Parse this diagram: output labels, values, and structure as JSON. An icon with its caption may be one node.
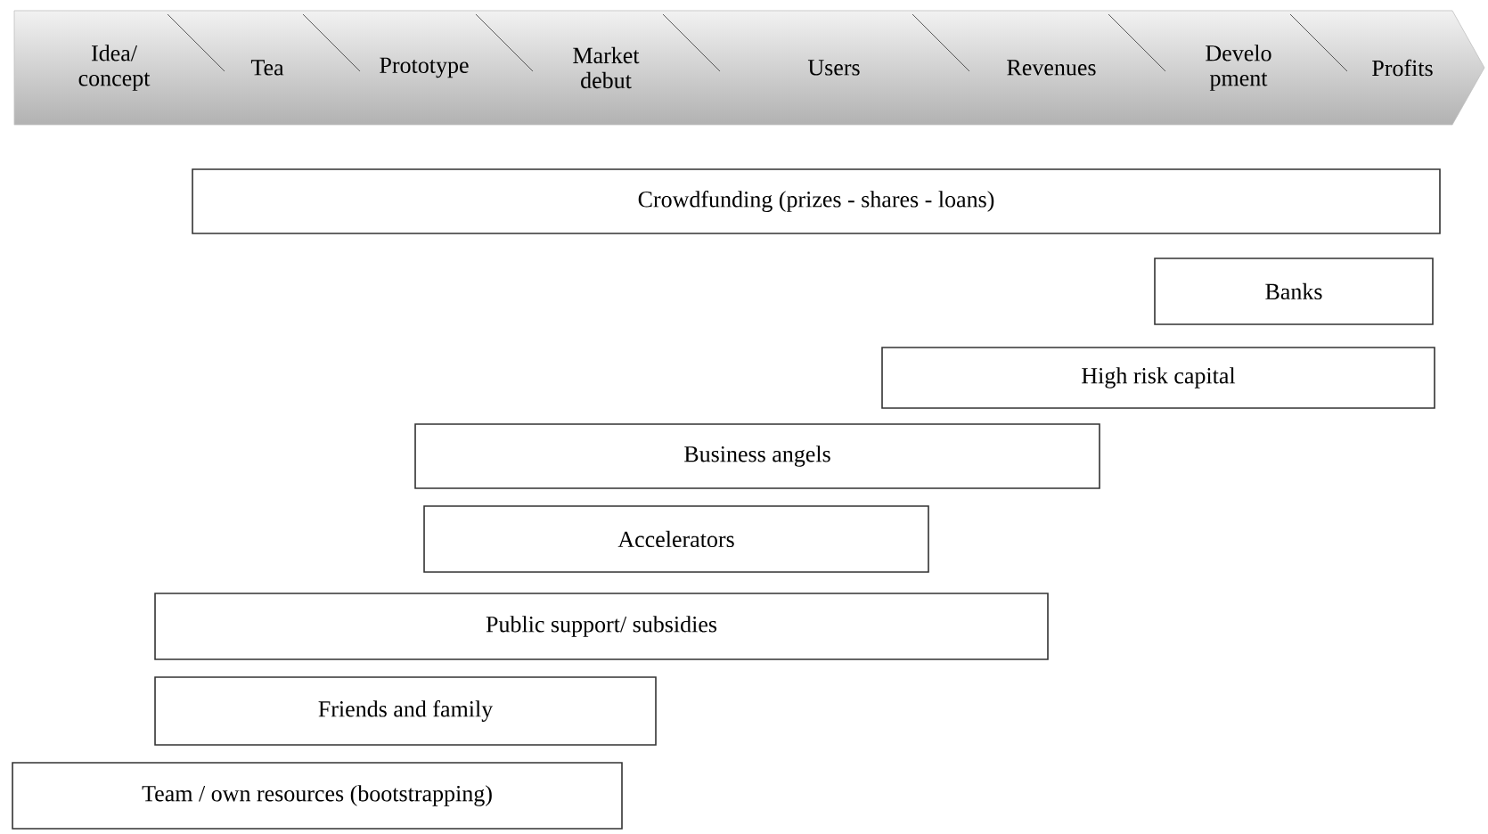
{
  "diagram": {
    "nodes": [
      {
        "text": [
          "Idea/ concept",
          "Tea",
          "Prototype",
          "Market debut",
          "Users",
          "Revenues",
          "Develo pment",
          "Profits"
        ]
      },
      {
        "text": [
          "Crowdfunding (prizes - shares - loans)"
        ]
      },
      {
        "text": [
          "Banks"
        ]
      },
      {
        "text": [
          "High risk capital"
        ]
      },
      {
        "text": [
          "Business angels"
        ]
      },
      {
        "text": [
          "Accelerators"
        ]
      },
      {
        "text": [
          "Public support/ subsidies"
        ]
      },
      {
        "text": [
          "Friends and family"
        ]
      },
      {
        "text": [
          "Team / own resources (bootstrapping)"
        ]
      }
    ]
  }
}
